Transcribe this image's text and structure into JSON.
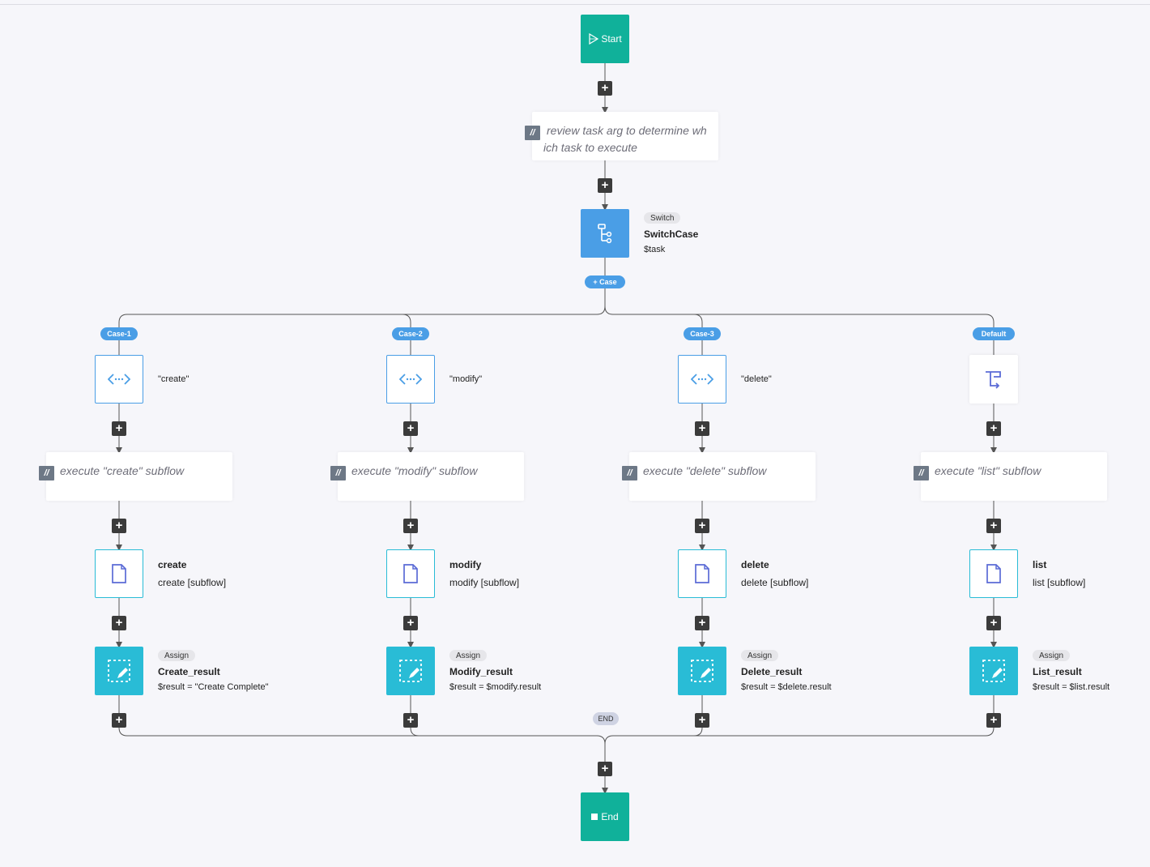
{
  "start": {
    "label": "Start",
    "icon": "play-icon"
  },
  "end": {
    "label": "End",
    "icon": "stop-icon"
  },
  "top_comment": {
    "line1": "review task arg to determine wh",
    "line2": "ich task to execute"
  },
  "switch": {
    "badge": "Switch",
    "name": "SwitchCase",
    "expr": "$task",
    "add_case": "+ Case"
  },
  "end_pill": "END",
  "branches": [
    {
      "case_label": "Case-1",
      "condition": "\"create\"",
      "comment": "execute \"create\" subflow",
      "sub_name": "create",
      "sub_desc": "create [subflow]",
      "assign_badge": "Assign",
      "assign_name": "Create_result",
      "assign_expr": "$result = \"Create Complete\""
    },
    {
      "case_label": "Case-2",
      "condition": "\"modify\"",
      "comment": "execute \"modify\" subflow",
      "sub_name": "modify",
      "sub_desc": "modify [subflow]",
      "assign_badge": "Assign",
      "assign_name": "Modify_result",
      "assign_expr": "$result = $modify.result"
    },
    {
      "case_label": "Case-3",
      "condition": "\"delete\"",
      "comment": "execute \"delete\" subflow",
      "sub_name": "delete",
      "sub_desc": "delete [subflow]",
      "assign_badge": "Assign",
      "assign_name": "Delete_result",
      "assign_expr": "$result = $delete.result"
    },
    {
      "case_label": "Default",
      "comment": "execute \"list\" subflow",
      "sub_name": "list",
      "sub_desc": "list [subflow]",
      "assign_badge": "Assign",
      "assign_name": "List_result",
      "assign_expr": "$result = $list.result"
    }
  ],
  "colors": {
    "start_end": "#10b19a",
    "switch": "#4a9ee6",
    "assign": "#29bcd6",
    "plus": "#3b3b3b"
  }
}
